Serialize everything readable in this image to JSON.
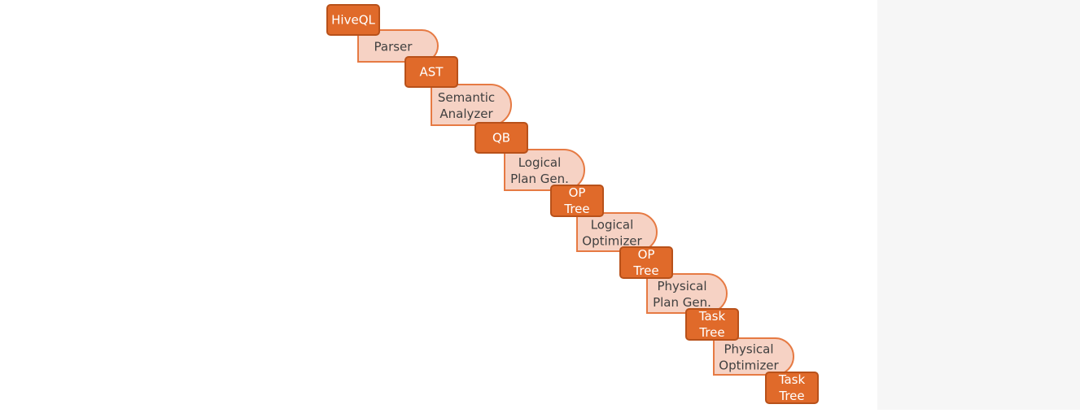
{
  "diagram": {
    "nodes": [
      {
        "id": "hiveql",
        "lines": [
          "HiveQL"
        ]
      },
      {
        "id": "ast",
        "lines": [
          "AST"
        ]
      },
      {
        "id": "qb",
        "lines": [
          "QB"
        ]
      },
      {
        "id": "op-tree-1",
        "lines": [
          "OP",
          "Tree"
        ]
      },
      {
        "id": "op-tree-2",
        "lines": [
          "OP",
          "Tree"
        ]
      },
      {
        "id": "task-tree-1",
        "lines": [
          "Task",
          "Tree"
        ]
      },
      {
        "id": "task-tree-2",
        "lines": [
          "Task",
          "Tree"
        ]
      }
    ],
    "steps": [
      {
        "id": "parser",
        "lines": [
          "Parser"
        ]
      },
      {
        "id": "semantic-analyzer",
        "lines": [
          "Semantic",
          "Analyzer"
        ]
      },
      {
        "id": "logical-plan-gen",
        "lines": [
          "Logical",
          "Plan Gen."
        ]
      },
      {
        "id": "logical-optimizer",
        "lines": [
          "Logical",
          "Optimizer"
        ]
      },
      {
        "id": "physical-plan-gen",
        "lines": [
          "Physical",
          "Plan Gen."
        ]
      },
      {
        "id": "physical-optimizer",
        "lines": [
          "Physical",
          "Optimizer"
        ]
      }
    ],
    "colors": {
      "node_fill": "#e06a2a",
      "node_border": "#b8511a",
      "node_text": "#ffffff",
      "step_fill": "#f6d2c4",
      "step_border": "#e67a43",
      "step_text": "#404040"
    }
  }
}
